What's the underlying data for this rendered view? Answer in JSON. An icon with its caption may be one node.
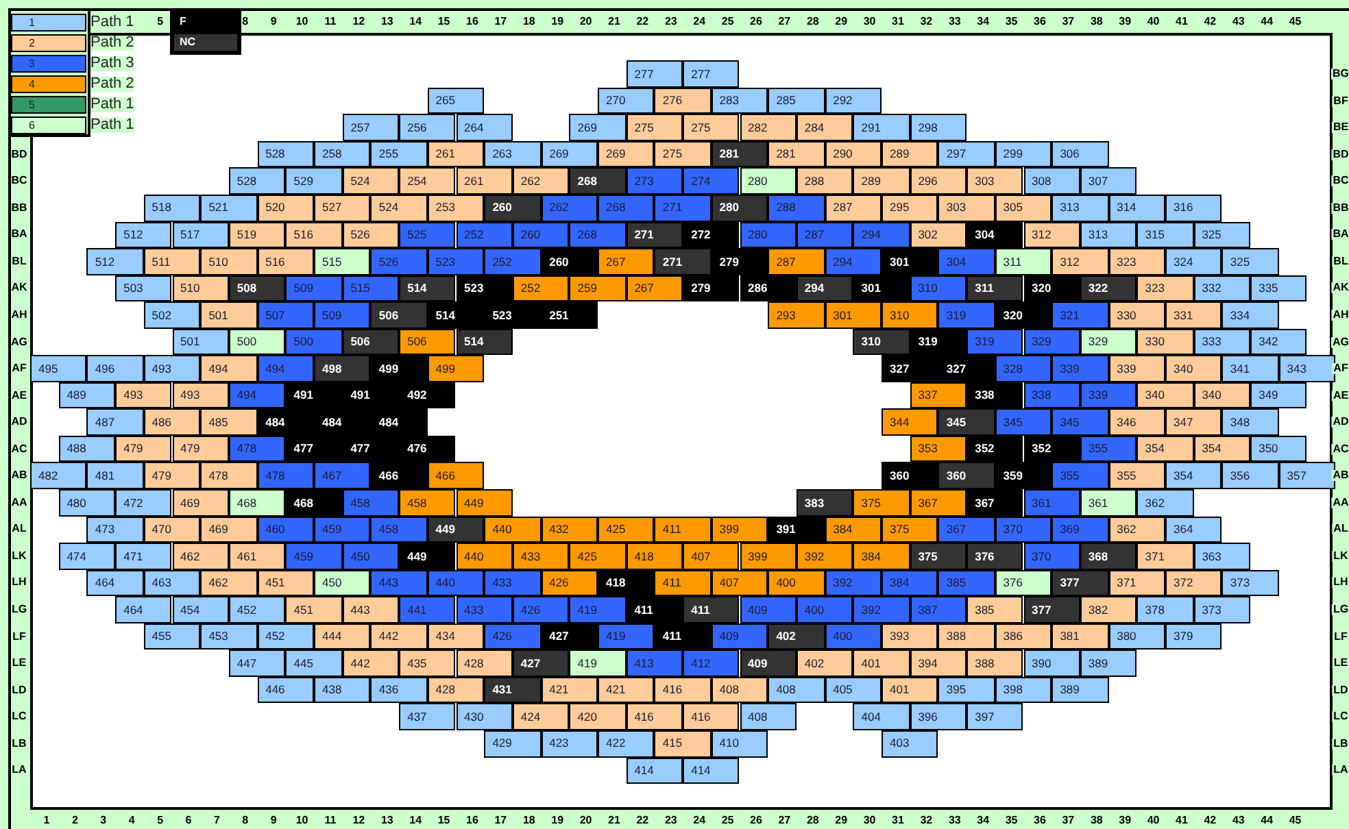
{
  "diagram": {
    "nodes": [
      {
        "text": [
          "277"
        ]
      },
      {
        "text": [
          "277"
        ]
      },
      {
        "text": [
          "265"
        ]
      },
      {
        "text": [
          "270"
        ]
      },
      {
        "text": [
          "276"
        ]
      },
      {
        "text": [
          "283"
        ]
      },
      {
        "text": [
          "285"
        ]
      },
      {
        "text": [
          "292"
        ]
      },
      {
        "text": [
          "257"
        ]
      },
      {
        "text": [
          "256"
        ]
      },
      {
        "text": [
          "264"
        ]
      },
      {
        "text": [
          "269"
        ]
      },
      {
        "text": [
          "275"
        ]
      },
      {
        "text": [
          "275"
        ]
      },
      {
        "text": [
          "282"
        ]
      },
      {
        "text": [
          "284"
        ]
      },
      {
        "text": [
          "291"
        ]
      },
      {
        "text": [
          "298"
        ]
      },
      {
        "text": [
          "528"
        ]
      },
      {
        "text": [
          "258"
        ]
      },
      {
        "text": [
          "255"
        ]
      },
      {
        "text": [
          "261"
        ]
      },
      {
        "text": [
          "263"
        ]
      },
      {
        "text": [
          "269"
        ]
      },
      {
        "text": [
          "269"
        ]
      },
      {
        "text": [
          "275"
        ]
      },
      {
        "text": [
          "281"
        ]
      },
      {
        "text": [
          "281"
        ]
      },
      {
        "text": [
          "290"
        ]
      },
      {
        "text": [
          "289"
        ]
      },
      {
        "text": [
          "297"
        ]
      },
      {
        "text": [
          "299"
        ]
      },
      {
        "text": [
          "306"
        ]
      },
      {
        "text": [
          "528"
        ]
      },
      {
        "text": [
          "529"
        ]
      },
      {
        "text": [
          "524"
        ]
      },
      {
        "text": [
          "254"
        ]
      },
      {
        "text": [
          "261"
        ]
      },
      {
        "text": [
          "262"
        ]
      },
      {
        "text": [
          "268"
        ]
      },
      {
        "text": [
          "273"
        ]
      },
      {
        "text": [
          "274"
        ]
      },
      {
        "text": [
          "280"
        ]
      },
      {
        "text": [
          "288"
        ]
      },
      {
        "text": [
          "289"
        ]
      },
      {
        "text": [
          "296"
        ]
      },
      {
        "text": [
          "303"
        ]
      },
      {
        "text": [
          "308"
        ]
      },
      {
        "text": [
          "307"
        ]
      },
      {
        "text": [
          "518"
        ]
      },
      {
        "text": [
          "521"
        ]
      },
      {
        "text": [
          "520"
        ]
      },
      {
        "text": [
          "527"
        ]
      },
      {
        "text": [
          "524"
        ]
      },
      {
        "text": [
          "253"
        ]
      },
      {
        "text": [
          "260"
        ]
      },
      {
        "text": [
          "262"
        ]
      },
      {
        "text": [
          "268"
        ]
      },
      {
        "text": [
          "271"
        ]
      },
      {
        "text": [
          "280"
        ]
      },
      {
        "text": [
          "288"
        ]
      },
      {
        "text": [
          "287"
        ]
      },
      {
        "text": [
          "295"
        ]
      },
      {
        "text": [
          "303"
        ]
      },
      {
        "text": [
          "305"
        ]
      },
      {
        "text": [
          "313"
        ]
      },
      {
        "text": [
          "314"
        ]
      },
      {
        "text": [
          "316"
        ]
      },
      {
        "text": [
          "512"
        ]
      },
      {
        "text": [
          "517"
        ]
      },
      {
        "text": [
          "519"
        ]
      },
      {
        "text": [
          "516"
        ]
      },
      {
        "text": [
          "526"
        ]
      },
      {
        "text": [
          "525"
        ]
      },
      {
        "text": [
          "252"
        ]
      },
      {
        "text": [
          "260"
        ]
      },
      {
        "text": [
          "268"
        ]
      },
      {
        "text": [
          "271"
        ]
      },
      {
        "text": [
          "272"
        ]
      },
      {
        "text": [
          "280"
        ]
      },
      {
        "text": [
          "287"
        ]
      },
      {
        "text": [
          "294"
        ]
      },
      {
        "text": [
          "302"
        ]
      },
      {
        "text": [
          "304"
        ]
      },
      {
        "text": [
          "312"
        ]
      },
      {
        "text": [
          "313"
        ]
      },
      {
        "text": [
          "315"
        ]
      },
      {
        "text": [
          "325"
        ]
      },
      {
        "text": [
          "512"
        ]
      },
      {
        "text": [
          "511"
        ]
      },
      {
        "text": [
          "510"
        ]
      },
      {
        "text": [
          "516"
        ]
      },
      {
        "text": [
          "515"
        ]
      },
      {
        "text": [
          "526"
        ]
      },
      {
        "text": [
          "523"
        ]
      },
      {
        "text": [
          "252"
        ]
      },
      {
        "text": [
          "260"
        ]
      },
      {
        "text": [
          "267"
        ]
      },
      {
        "text": [
          "271"
        ]
      },
      {
        "text": [
          "279"
        ]
      },
      {
        "text": [
          "287"
        ]
      },
      {
        "text": [
          "294"
        ]
      },
      {
        "text": [
          "301"
        ]
      },
      {
        "text": [
          "304"
        ]
      },
      {
        "text": [
          "311"
        ]
      },
      {
        "text": [
          "312"
        ]
      },
      {
        "text": [
          "323"
        ]
      },
      {
        "text": [
          "324"
        ]
      },
      {
        "text": [
          "325"
        ]
      },
      {
        "text": [
          "503"
        ]
      },
      {
        "text": [
          "510"
        ]
      },
      {
        "text": [
          "508"
        ]
      },
      {
        "text": [
          "509"
        ]
      },
      {
        "text": [
          "515"
        ]
      },
      {
        "text": [
          "514"
        ]
      },
      {
        "text": [
          "523"
        ]
      },
      {
        "text": [
          "252"
        ]
      },
      {
        "text": [
          "259"
        ]
      },
      {
        "text": [
          "267"
        ]
      },
      {
        "text": [
          "279"
        ]
      },
      {
        "text": [
          "286"
        ]
      },
      {
        "text": [
          "294"
        ]
      },
      {
        "text": [
          "301"
        ]
      },
      {
        "text": [
          "310"
        ]
      },
      {
        "text": [
          "311"
        ]
      },
      {
        "text": [
          "320"
        ]
      },
      {
        "text": [
          "322"
        ]
      },
      {
        "text": [
          "323"
        ]
      },
      {
        "text": [
          "332"
        ]
      },
      {
        "text": [
          "335"
        ]
      },
      {
        "text": [
          "502"
        ]
      },
      {
        "text": [
          "501"
        ]
      },
      {
        "text": [
          "507"
        ]
      },
      {
        "text": [
          "509"
        ]
      },
      {
        "text": [
          "506"
        ]
      },
      {
        "text": [
          "514"
        ]
      },
      {
        "text": [
          "523"
        ]
      },
      {
        "text": [
          "251"
        ]
      },
      {
        "text": [
          "293"
        ]
      },
      {
        "text": [
          "301"
        ]
      },
      {
        "text": [
          "310"
        ]
      },
      {
        "text": [
          "319"
        ]
      },
      {
        "text": [
          "320"
        ]
      },
      {
        "text": [
          "321"
        ]
      },
      {
        "text": [
          "330"
        ]
      },
      {
        "text": [
          "331"
        ]
      },
      {
        "text": [
          "334"
        ]
      },
      {
        "text": [
          "501"
        ]
      },
      {
        "text": [
          "500"
        ]
      },
      {
        "text": [
          "500"
        ]
      },
      {
        "text": [
          "506"
        ]
      },
      {
        "text": [
          "506"
        ]
      },
      {
        "text": [
          "514"
        ]
      },
      {
        "text": [
          "310"
        ]
      },
      {
        "text": [
          "319"
        ]
      },
      {
        "text": [
          "319"
        ]
      },
      {
        "text": [
          "329"
        ]
      },
      {
        "text": [
          "329"
        ]
      },
      {
        "text": [
          "330"
        ]
      },
      {
        "text": [
          "333"
        ]
      },
      {
        "text": [
          "342"
        ]
      },
      {
        "text": [
          "495"
        ]
      },
      {
        "text": [
          "496"
        ]
      },
      {
        "text": [
          "493"
        ]
      },
      {
        "text": [
          "494"
        ]
      },
      {
        "text": [
          "494"
        ]
      },
      {
        "text": [
          "498"
        ]
      },
      {
        "text": [
          "499"
        ]
      },
      {
        "text": [
          "499"
        ]
      },
      {
        "text": [
          "327"
        ]
      },
      {
        "text": [
          "327"
        ]
      },
      {
        "text": [
          "328"
        ]
      },
      {
        "text": [
          "339"
        ]
      },
      {
        "text": [
          "339"
        ]
      },
      {
        "text": [
          "340"
        ]
      },
      {
        "text": [
          "341"
        ]
      },
      {
        "text": [
          "343"
        ]
      },
      {
        "text": [
          "489"
        ]
      },
      {
        "text": [
          "493"
        ]
      },
      {
        "text": [
          "493"
        ]
      },
      {
        "text": [
          "494"
        ]
      },
      {
        "text": [
          "491"
        ]
      },
      {
        "text": [
          "491"
        ]
      },
      {
        "text": [
          "492"
        ]
      },
      {
        "text": [
          "337"
        ]
      },
      {
        "text": [
          "338"
        ]
      },
      {
        "text": [
          "338"
        ]
      },
      {
        "text": [
          "339"
        ]
      },
      {
        "text": [
          "340"
        ]
      },
      {
        "text": [
          "340"
        ]
      },
      {
        "text": [
          "349"
        ]
      },
      {
        "text": [
          "487"
        ]
      },
      {
        "text": [
          "486"
        ]
      },
      {
        "text": [
          "485"
        ]
      },
      {
        "text": [
          "484"
        ]
      },
      {
        "text": [
          "484"
        ]
      },
      {
        "text": [
          "484"
        ]
      },
      {
        "text": [
          "344"
        ]
      },
      {
        "text": [
          "345"
        ]
      },
      {
        "text": [
          "345"
        ]
      },
      {
        "text": [
          "345"
        ]
      },
      {
        "text": [
          "346"
        ]
      },
      {
        "text": [
          "347"
        ]
      },
      {
        "text": [
          "348"
        ]
      },
      {
        "text": [
          "488"
        ]
      },
      {
        "text": [
          "479"
        ]
      },
      {
        "text": [
          "479"
        ]
      },
      {
        "text": [
          "478"
        ]
      },
      {
        "text": [
          "477"
        ]
      },
      {
        "text": [
          "477"
        ]
      },
      {
        "text": [
          "476"
        ]
      },
      {
        "text": [
          "353"
        ]
      },
      {
        "text": [
          "352"
        ]
      },
      {
        "text": [
          "352"
        ]
      },
      {
        "text": [
          "355"
        ]
      },
      {
        "text": [
          "354"
        ]
      },
      {
        "text": [
          "354"
        ]
      },
      {
        "text": [
          "350"
        ]
      },
      {
        "text": [
          "482"
        ]
      },
      {
        "text": [
          "481"
        ]
      },
      {
        "text": [
          "479"
        ]
      },
      {
        "text": [
          "478"
        ]
      },
      {
        "text": [
          "478"
        ]
      },
      {
        "text": [
          "467"
        ]
      },
      {
        "text": [
          "466"
        ]
      },
      {
        "text": [
          "466"
        ]
      },
      {
        "text": [
          "360"
        ]
      },
      {
        "text": [
          "360"
        ]
      },
      {
        "text": [
          "359"
        ]
      },
      {
        "text": [
          "355"
        ]
      },
      {
        "text": [
          "355"
        ]
      },
      {
        "text": [
          "354"
        ]
      },
      {
        "text": [
          "356"
        ]
      },
      {
        "text": [
          "357"
        ]
      },
      {
        "text": [
          "480"
        ]
      },
      {
        "text": [
          "472"
        ]
      },
      {
        "text": [
          "469"
        ]
      },
      {
        "text": [
          "468"
        ]
      },
      {
        "text": [
          "468"
        ]
      },
      {
        "text": [
          "458"
        ]
      },
      {
        "text": [
          "458"
        ]
      },
      {
        "text": [
          "449"
        ]
      },
      {
        "text": [
          "383"
        ]
      },
      {
        "text": [
          "375"
        ]
      },
      {
        "text": [
          "367"
        ]
      },
      {
        "text": [
          "367"
        ]
      },
      {
        "text": [
          "361"
        ]
      },
      {
        "text": [
          "361"
        ]
      },
      {
        "text": [
          "362"
        ]
      },
      {
        "text": [
          "473"
        ]
      },
      {
        "text": [
          "470"
        ]
      },
      {
        "text": [
          "469"
        ]
      },
      {
        "text": [
          "460"
        ]
      },
      {
        "text": [
          "459"
        ]
      },
      {
        "text": [
          "458"
        ]
      },
      {
        "text": [
          "449"
        ]
      },
      {
        "text": [
          "440"
        ]
      },
      {
        "text": [
          "432"
        ]
      },
      {
        "text": [
          "425"
        ]
      },
      {
        "text": [
          "411"
        ]
      },
      {
        "text": [
          "399"
        ]
      },
      {
        "text": [
          "391"
        ]
      },
      {
        "text": [
          "384"
        ]
      },
      {
        "text": [
          "375"
        ]
      },
      {
        "text": [
          "367"
        ]
      },
      {
        "text": [
          "370"
        ]
      },
      {
        "text": [
          "369"
        ]
      },
      {
        "text": [
          "362"
        ]
      },
      {
        "text": [
          "364"
        ]
      },
      {
        "text": [
          "474"
        ]
      },
      {
        "text": [
          "471"
        ]
      },
      {
        "text": [
          "462"
        ]
      },
      {
        "text": [
          "461"
        ]
      },
      {
        "text": [
          "459"
        ]
      },
      {
        "text": [
          "450"
        ]
      },
      {
        "text": [
          "449"
        ]
      },
      {
        "text": [
          "440"
        ]
      },
      {
        "text": [
          "433"
        ]
      },
      {
        "text": [
          "425"
        ]
      },
      {
        "text": [
          "418"
        ]
      },
      {
        "text": [
          "407"
        ]
      },
      {
        "text": [
          "399"
        ]
      },
      {
        "text": [
          "392"
        ]
      },
      {
        "text": [
          "384"
        ]
      },
      {
        "text": [
          "375"
        ]
      },
      {
        "text": [
          "376"
        ]
      },
      {
        "text": [
          "370"
        ]
      },
      {
        "text": [
          "368"
        ]
      },
      {
        "text": [
          "371"
        ]
      },
      {
        "text": [
          "363"
        ]
      },
      {
        "text": [
          "464"
        ]
      },
      {
        "text": [
          "463"
        ]
      },
      {
        "text": [
          "462"
        ]
      },
      {
        "text": [
          "451"
        ]
      },
      {
        "text": [
          "450"
        ]
      },
      {
        "text": [
          "443"
        ]
      },
      {
        "text": [
          "440"
        ]
      },
      {
        "text": [
          "433"
        ]
      },
      {
        "text": [
          "426"
        ]
      },
      {
        "text": [
          "418"
        ]
      },
      {
        "text": [
          "411"
        ]
      },
      {
        "text": [
          "407"
        ]
      },
      {
        "text": [
          "400"
        ]
      },
      {
        "text": [
          "392"
        ]
      },
      {
        "text": [
          "384"
        ]
      },
      {
        "text": [
          "385"
        ]
      },
      {
        "text": [
          "376"
        ]
      },
      {
        "text": [
          "377"
        ]
      },
      {
        "text": [
          "371"
        ]
      },
      {
        "text": [
          "372"
        ]
      },
      {
        "text": [
          "373"
        ]
      },
      {
        "text": [
          "464"
        ]
      },
      {
        "text": [
          "454"
        ]
      },
      {
        "text": [
          "452"
        ]
      },
      {
        "text": [
          "451"
        ]
      },
      {
        "text": [
          "443"
        ]
      },
      {
        "text": [
          "441"
        ]
      },
      {
        "text": [
          "433"
        ]
      },
      {
        "text": [
          "426"
        ]
      },
      {
        "text": [
          "419"
        ]
      },
      {
        "text": [
          "411"
        ]
      },
      {
        "text": [
          "411"
        ]
      },
      {
        "text": [
          "409"
        ]
      },
      {
        "text": [
          "400"
        ]
      },
      {
        "text": [
          "392"
        ]
      },
      {
        "text": [
          "387"
        ]
      },
      {
        "text": [
          "385"
        ]
      },
      {
        "text": [
          "377"
        ]
      },
      {
        "text": [
          "382"
        ]
      },
      {
        "text": [
          "378"
        ]
      },
      {
        "text": [
          "373"
        ]
      },
      {
        "text": [
          "455"
        ]
      },
      {
        "text": [
          "453"
        ]
      },
      {
        "text": [
          "452"
        ]
      },
      {
        "text": [
          "444"
        ]
      },
      {
        "text": [
          "442"
        ]
      },
      {
        "text": [
          "434"
        ]
      },
      {
        "text": [
          "426"
        ]
      },
      {
        "text": [
          "427"
        ]
      },
      {
        "text": [
          "419"
        ]
      },
      {
        "text": [
          "411"
        ]
      },
      {
        "text": [
          "409"
        ]
      },
      {
        "text": [
          "402"
        ]
      },
      {
        "text": [
          "400"
        ]
      },
      {
        "text": [
          "393"
        ]
      },
      {
        "text": [
          "388"
        ]
      },
      {
        "text": [
          "386"
        ]
      },
      {
        "text": [
          "381"
        ]
      },
      {
        "text": [
          "380"
        ]
      },
      {
        "text": [
          "379"
        ]
      },
      {
        "text": [
          "447"
        ]
      },
      {
        "text": [
          "445"
        ]
      },
      {
        "text": [
          "442"
        ]
      },
      {
        "text": [
          "435"
        ]
      },
      {
        "text": [
          "428"
        ]
      },
      {
        "text": [
          "427"
        ]
      },
      {
        "text": [
          "419"
        ]
      },
      {
        "text": [
          "413"
        ]
      },
      {
        "text": [
          "412"
        ]
      },
      {
        "text": [
          "409"
        ]
      },
      {
        "text": [
          "402"
        ]
      },
      {
        "text": [
          "401"
        ]
      },
      {
        "text": [
          "394"
        ]
      },
      {
        "text": [
          "388"
        ]
      },
      {
        "text": [
          "390"
        ]
      },
      {
        "text": [
          "389"
        ]
      },
      {
        "text": [
          "446"
        ]
      },
      {
        "text": [
          "438"
        ]
      },
      {
        "text": [
          "436"
        ]
      },
      {
        "text": [
          "428"
        ]
      },
      {
        "text": [
          "431"
        ]
      },
      {
        "text": [
          "421"
        ]
      },
      {
        "text": [
          "421"
        ]
      },
      {
        "text": [
          "416"
        ]
      },
      {
        "text": [
          "408"
        ]
      },
      {
        "text": [
          "408"
        ]
      },
      {
        "text": [
          "405"
        ]
      },
      {
        "text": [
          "401"
        ]
      },
      {
        "text": [
          "395"
        ]
      },
      {
        "text": [
          "398"
        ]
      },
      {
        "text": [
          "389"
        ]
      },
      {
        "text": [
          "437"
        ]
      },
      {
        "text": [
          "430"
        ]
      },
      {
        "text": [
          "424"
        ]
      },
      {
        "text": [
          "420"
        ]
      },
      {
        "text": [
          "416"
        ]
      },
      {
        "text": [
          "416"
        ]
      },
      {
        "text": [
          "408"
        ]
      },
      {
        "text": [
          "404"
        ]
      },
      {
        "text": [
          "396"
        ]
      },
      {
        "text": [
          "397"
        ]
      },
      {
        "text": [
          "429"
        ]
      },
      {
        "text": [
          "423"
        ]
      },
      {
        "text": [
          "422"
        ]
      },
      {
        "text": [
          "415"
        ]
      },
      {
        "text": [
          "410"
        ]
      },
      {
        "text": [
          "403"
        ]
      },
      {
        "text": [
          "414"
        ]
      },
      {
        "text": [
          "414"
        ]
      }
    ],
    "labels": [
      "1",
      "2",
      "3",
      "4",
      "5",
      "6",
      "5",
      "8",
      "9",
      "10",
      "11",
      "12",
      "13",
      "14",
      "15",
      "16",
      "17",
      "18",
      "19",
      "20",
      "21",
      "22",
      "23",
      "24",
      "25",
      "26",
      "27",
      "28",
      "29",
      "30",
      "31",
      "32",
      "33",
      "34",
      "35",
      "36",
      "37",
      "38",
      "39",
      "40",
      "41",
      "42",
      "43",
      "44",
      "45",
      "BD",
      "BC",
      "BB",
      "BA",
      "BL",
      "AK",
      "AH",
      "AG",
      "AF",
      "AE",
      "AD",
      "AC",
      "AB",
      "AA",
      "AL",
      "LK",
      "LH",
      "LG",
      "LF",
      "LE",
      "LD",
      "LC",
      "LB",
      "LA",
      "BG",
      "BF",
      "BE",
      "BD",
      "BC",
      "BB",
      "BA",
      "BL",
      "AK",
      "AH",
      "AG",
      "AF",
      "AE",
      "AD",
      "AC",
      "AB",
      "AA",
      "AL",
      "LK",
      "LH",
      "LG",
      "LF",
      "LE",
      "LD",
      "LC",
      "LB",
      "LA",
      "1",
      "2",
      "3",
      "4",
      "5",
      "6",
      "7",
      "8",
      "9",
      "10",
      "11",
      "12",
      "13",
      "14",
      "15",
      "16",
      "17",
      "18",
      "19",
      "20",
      "21",
      "22",
      "23",
      "24",
      "25",
      "26",
      "27",
      "28",
      "29",
      "30",
      "31",
      "32",
      "33",
      "34",
      "35",
      "36",
      "37",
      "38",
      "39",
      "40",
      "41",
      "42",
      "43",
      "44",
      "45"
    ],
    "legend": [
      {
        "text": "Path 1",
        "color": "#99ccff"
      },
      {
        "text": "Path 2",
        "color": "#ffcc99"
      },
      {
        "text": "Path 3",
        "color": "#3366ff"
      },
      {
        "text": "Path 2",
        "color": "#ff9900"
      },
      {
        "text": "Path 1",
        "color": "#339966"
      },
      {
        "text": "Path 1",
        "color": "#ccffcc"
      },
      {
        "text": "F",
        "color": "#000000"
      },
      {
        "text": "NC",
        "color": "#333333"
      }
    ]
  }
}
